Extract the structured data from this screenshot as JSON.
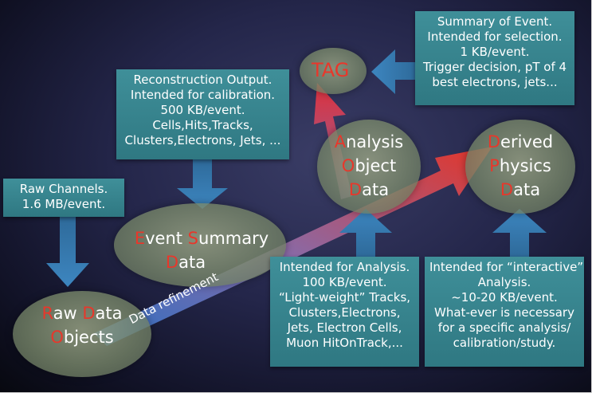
{
  "nodes": {
    "raw": {
      "row1": [
        [
          "R",
          "aw "
        ],
        [
          "D",
          "ata"
        ]
      ],
      "row2": [
        [
          "O",
          "bjects"
        ]
      ]
    },
    "esd": {
      "row1": [
        [
          "E",
          "vent "
        ],
        [
          "S",
          "ummary"
        ]
      ],
      "row2": [
        [
          "D",
          "ata"
        ]
      ]
    },
    "aod": {
      "row1": [
        [
          "A",
          "nalysis"
        ]
      ],
      "row2": [
        [
          "O",
          "bject"
        ]
      ],
      "row3": [
        [
          "D",
          "ata"
        ]
      ]
    },
    "dpd": {
      "row1": [
        [
          "D",
          "erived"
        ]
      ],
      "row2": [
        [
          "P",
          "hysics"
        ]
      ],
      "row3": [
        [
          "D",
          "ata"
        ]
      ]
    },
    "tag": "TAG"
  },
  "boxes": {
    "raw_channels": [
      "Raw Channels.",
      "1.6 MB/event."
    ],
    "reco_output": [
      "Reconstruction Output.",
      "Intended for calibration.",
      "500 KB/event.",
      "Cells,Hits,Tracks,",
      "Clusters,Electrons, Jets, ..."
    ],
    "summary": [
      "Summary of Event.",
      "Intended for selection.",
      "1 KB/event.",
      "Trigger decision, pT of 4",
      "best electrons, jets..."
    ],
    "aod_info": [
      "Intended for Analysis.",
      "100 KB/event.",
      "“Light-weight” Tracks,",
      "Clusters,Electrons,",
      "Jets, Electron Cells,",
      "Muon HitOnTrack,..."
    ],
    "dpd_info": [
      "Intended for “interactive”",
      "Analysis.",
      "~10-20 KB/event.",
      "What-ever is necessary",
      "for a specific analysis/",
      "calibration/study."
    ]
  },
  "refinement_label": "Data refinement",
  "colors": {
    "box": "#3a8791",
    "arrow_blue": "#2f6fa8",
    "arrow_red": "#e03a2c",
    "initial_letter": "#e8372b",
    "ellipse": "#8c9a78"
  }
}
